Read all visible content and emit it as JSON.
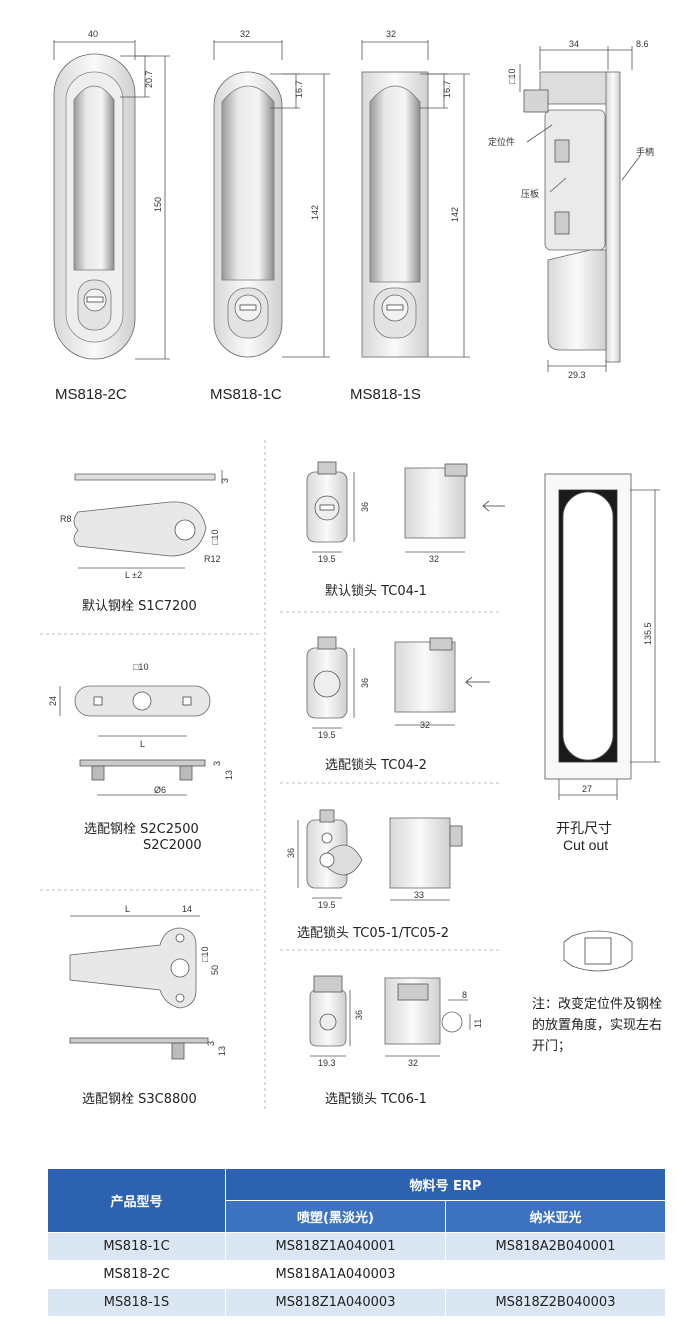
{
  "top_models": {
    "m1": {
      "name": "MS818-2C",
      "width": "40",
      "top_offset": "20.7",
      "height": "150"
    },
    "m2": {
      "name": "MS818-1C",
      "width": "32",
      "top_offset": "16.7",
      "height": "142"
    },
    "m3": {
      "name": "MS818-1S",
      "width": "32",
      "top_offset": "16.7",
      "height": "142"
    }
  },
  "side_view": {
    "dims": {
      "a": "34",
      "b": "8.6",
      "c": "□10",
      "d": "29.3"
    },
    "labels": {
      "positioner": "定位件",
      "plate": "压板",
      "handle": "手柄"
    }
  },
  "bolts": {
    "s1": {
      "caption": "默认钢栓 S1C7200",
      "d_r8": "R8",
      "d_3": "3",
      "d_sq": "□10",
      "d_r12": "R12",
      "d_l": "L ±2"
    },
    "s2": {
      "caption_line1": "选配钢栓 S2C2500",
      "caption_line2": "S2C2000",
      "d_sq": "□10",
      "d_24": "24",
      "d_l": "L",
      "d_3": "3",
      "d_13": "13",
      "d_phi6": "Ø6"
    },
    "s3": {
      "caption": "选配钢栓 S3C8800",
      "d_l": "L",
      "d_14": "14",
      "d_sq": "□10",
      "d_50": "50",
      "d_3": "3",
      "d_13": "13"
    }
  },
  "locks": {
    "tc041": {
      "caption": "默认锁头 TC04-1",
      "d_36": "36",
      "d_195": "19.5",
      "d_32": "32"
    },
    "tc042": {
      "caption": "选配锁头 TC04-2",
      "d_36": "36",
      "d_195": "19.5",
      "d_32": "32"
    },
    "tc05": {
      "caption": "选配锁头 TC05-1/TC05-2",
      "d_36": "36",
      "d_195": "19.5",
      "d_33": "33"
    },
    "tc06": {
      "caption": "选配锁头 TC06-1",
      "d_36": "36",
      "d_193": "19.3",
      "d_32": "32",
      "d_8": "8",
      "d_11": "11"
    }
  },
  "cutout": {
    "title": "开孔尺寸",
    "subtitle": "Cut out",
    "d_h": "135.5",
    "d_w": "27"
  },
  "note": "注：改变定位件及钢栓的放置角度，实现左右开门；",
  "table": {
    "col_model": "产品型号",
    "col_erp": "物料号 ERP",
    "col_spray": "喷塑(黑淡光)",
    "col_nano": "纳米亚光",
    "rows": [
      {
        "model": "MS818-1C",
        "spray": "MS818Z1A040001",
        "nano": "MS818A2B040001"
      },
      {
        "model": "MS818-2C",
        "spray": "MS818A1A040003",
        "nano": ""
      },
      {
        "model": "MS818-1S",
        "spray": "MS818Z1A040003",
        "nano": "MS818Z2B040003"
      }
    ]
  }
}
